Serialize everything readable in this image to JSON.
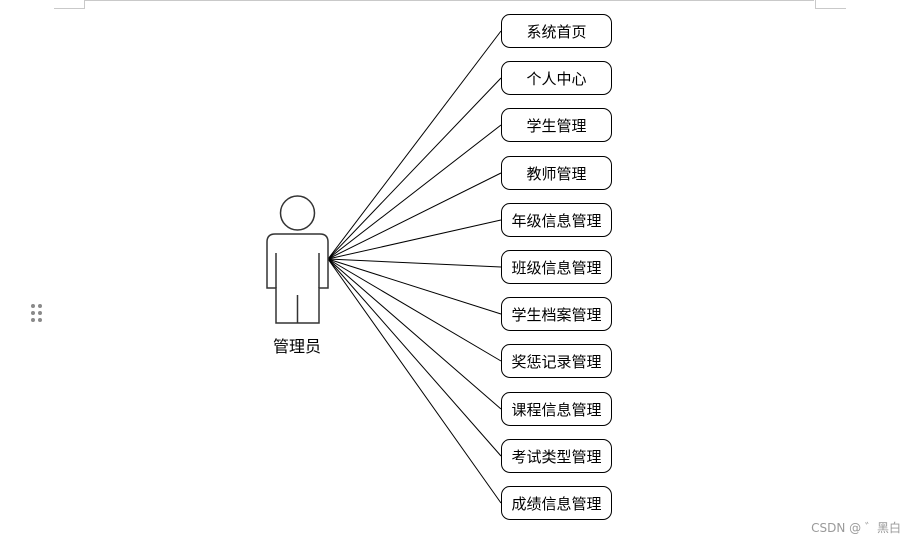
{
  "diagram": {
    "actor": {
      "label": "管理员"
    },
    "use_cases": [
      {
        "label": "系统首页"
      },
      {
        "label": "个人中心"
      },
      {
        "label": "学生管理"
      },
      {
        "label": "教师管理"
      },
      {
        "label": "年级信息管理"
      },
      {
        "label": "班级信息管理"
      },
      {
        "label": "学生档案管理"
      },
      {
        "label": "奖惩记录管理"
      },
      {
        "label": "课程信息管理"
      },
      {
        "label": "考试类型管理"
      },
      {
        "label": "成绩信息管理"
      }
    ]
  },
  "watermark": "CSDN @ ゛黑白"
}
